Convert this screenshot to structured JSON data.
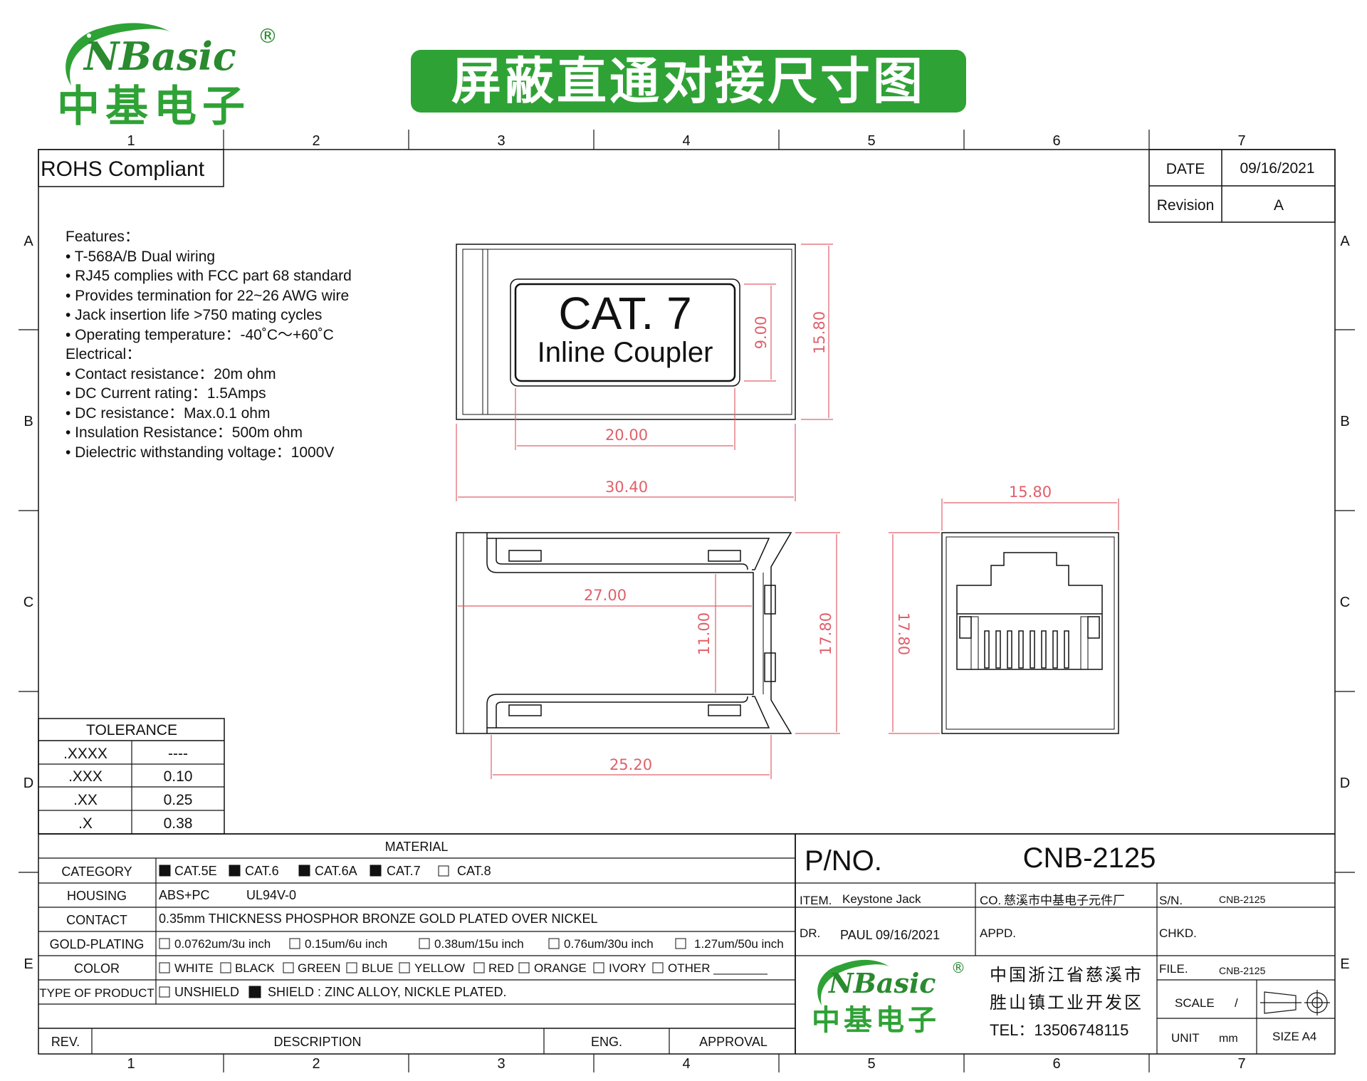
{
  "header": {
    "banner_title": "屏蔽直通对接尺寸图",
    "logo_brand": "NBasic",
    "logo_cn": "中基电子",
    "registered_mark": "®"
  },
  "grid": {
    "columns": [
      "1",
      "2",
      "3",
      "4",
      "5",
      "6",
      "7"
    ],
    "rows": [
      "A",
      "B",
      "C",
      "D",
      "E"
    ]
  },
  "rohs": "ROHS Compliant",
  "date_block": {
    "date_label": "DATE",
    "date_value": "09/16/2021",
    "rev_label": "Revision",
    "rev_value": "A"
  },
  "features": [
    "Features：",
    "• T-568A/B Dual wiring",
    "• RJ45 complies with FCC part 68 standard",
    "• Provides termination for 22~26 AWG wire",
    "• Jack insertion life >750 mating cycles",
    "• Operating temperature：-40˚C～+60˚C",
    "Electrical：",
    "• Contact resistance：20m ohm",
    "• DC Current rating：1.5Amps",
    "• DC resistance：Max.0.1 ohm",
    "• Insulation Resistance：500m ohm",
    "• Dielectric withstanding voltage：1000V"
  ],
  "label_text": {
    "line1": "CAT. 7",
    "line2": "Inline Coupler"
  },
  "dimensions": {
    "top_height_inner": "9.00",
    "top_height_outer": "15.80",
    "top_width_inner": "20.00",
    "top_width_outer": "30.40",
    "side_width_inner": "27.00",
    "side_height_inner": "11.00",
    "side_height_outer": "17.80",
    "side_width_bottom": "25.20",
    "front_width": "15.80",
    "front_height": "17.80"
  },
  "tolerance": {
    "title": "TOLERANCE",
    "rows": [
      {
        "k": ".XXXX",
        "v": "----"
      },
      {
        "k": ".XXX",
        "v": "0.10"
      },
      {
        "k": ".XX",
        "v": "0.25"
      },
      {
        "k": ".X",
        "v": "0.38"
      }
    ]
  },
  "material": {
    "title": "MATERIAL",
    "category_label": "CATEGORY",
    "category_options": [
      "CAT.5E",
      "CAT.6",
      "CAT.6A",
      "CAT.7",
      "CAT.8"
    ],
    "category_checked": [
      true,
      true,
      true,
      true,
      false
    ],
    "housing_label": "HOUSING",
    "housing_value": "ABS+PC",
    "housing_rating": "UL94V-0",
    "contact_label": "CONTACT",
    "contact_value": "0.35mm THICKNESS PHOSPHOR BRONZE GOLD PLATED OVER NICKEL",
    "plating_label": "GOLD-PLATING",
    "plating_options": [
      "0.0762um/3u inch",
      "0.15um/6u inch",
      "0.38um/15u inch",
      "0.76um/30u inch",
      "1.27um/50u inch"
    ],
    "color_label": "COLOR",
    "color_options": [
      "WHITE",
      "BLACK",
      "GREEN",
      "BLUE",
      "YELLOW",
      "RED",
      "ORANGE",
      "IVORY",
      "OTHER ________"
    ],
    "type_label": "TYPE OF PRODUCT",
    "type_unshield": "UNSHIELD",
    "type_shield": "SHIELD : ZINC ALLOY, NICKLE PLATED.",
    "rev_label": "REV.",
    "desc_label": "DESCRIPTION",
    "eng_label": "ENG.",
    "approval_label": "APPROVAL"
  },
  "title_block": {
    "pno_label": "P/NO.",
    "pno_value": "CNB-2125",
    "item_label": "ITEM.",
    "item_value": "Keystone Jack",
    "co_label": "CO.",
    "co_value": "慈溪市中基电子元件厂",
    "sn_label": "S/N.",
    "sn_value": "CNB-2125",
    "dr_label": "DR.",
    "dr_value": "PAUL 09/16/2021",
    "appd_label": "APPD.",
    "chkd_label": "CHKD.",
    "file_label": "FILE.",
    "file_value": "CNB-2125",
    "scale_label": "SCALE",
    "scale_value": "/",
    "unit_label": "UNIT",
    "unit_value": "mm",
    "size_label": "SIZE A4",
    "address_line1": "中国浙江省慈溪市",
    "address_line2": "胜山镇工业开发区",
    "tel": "TEL：13506748115"
  },
  "colors": {
    "brand_green": "#2fa236",
    "dim_red": "#e0606a"
  }
}
